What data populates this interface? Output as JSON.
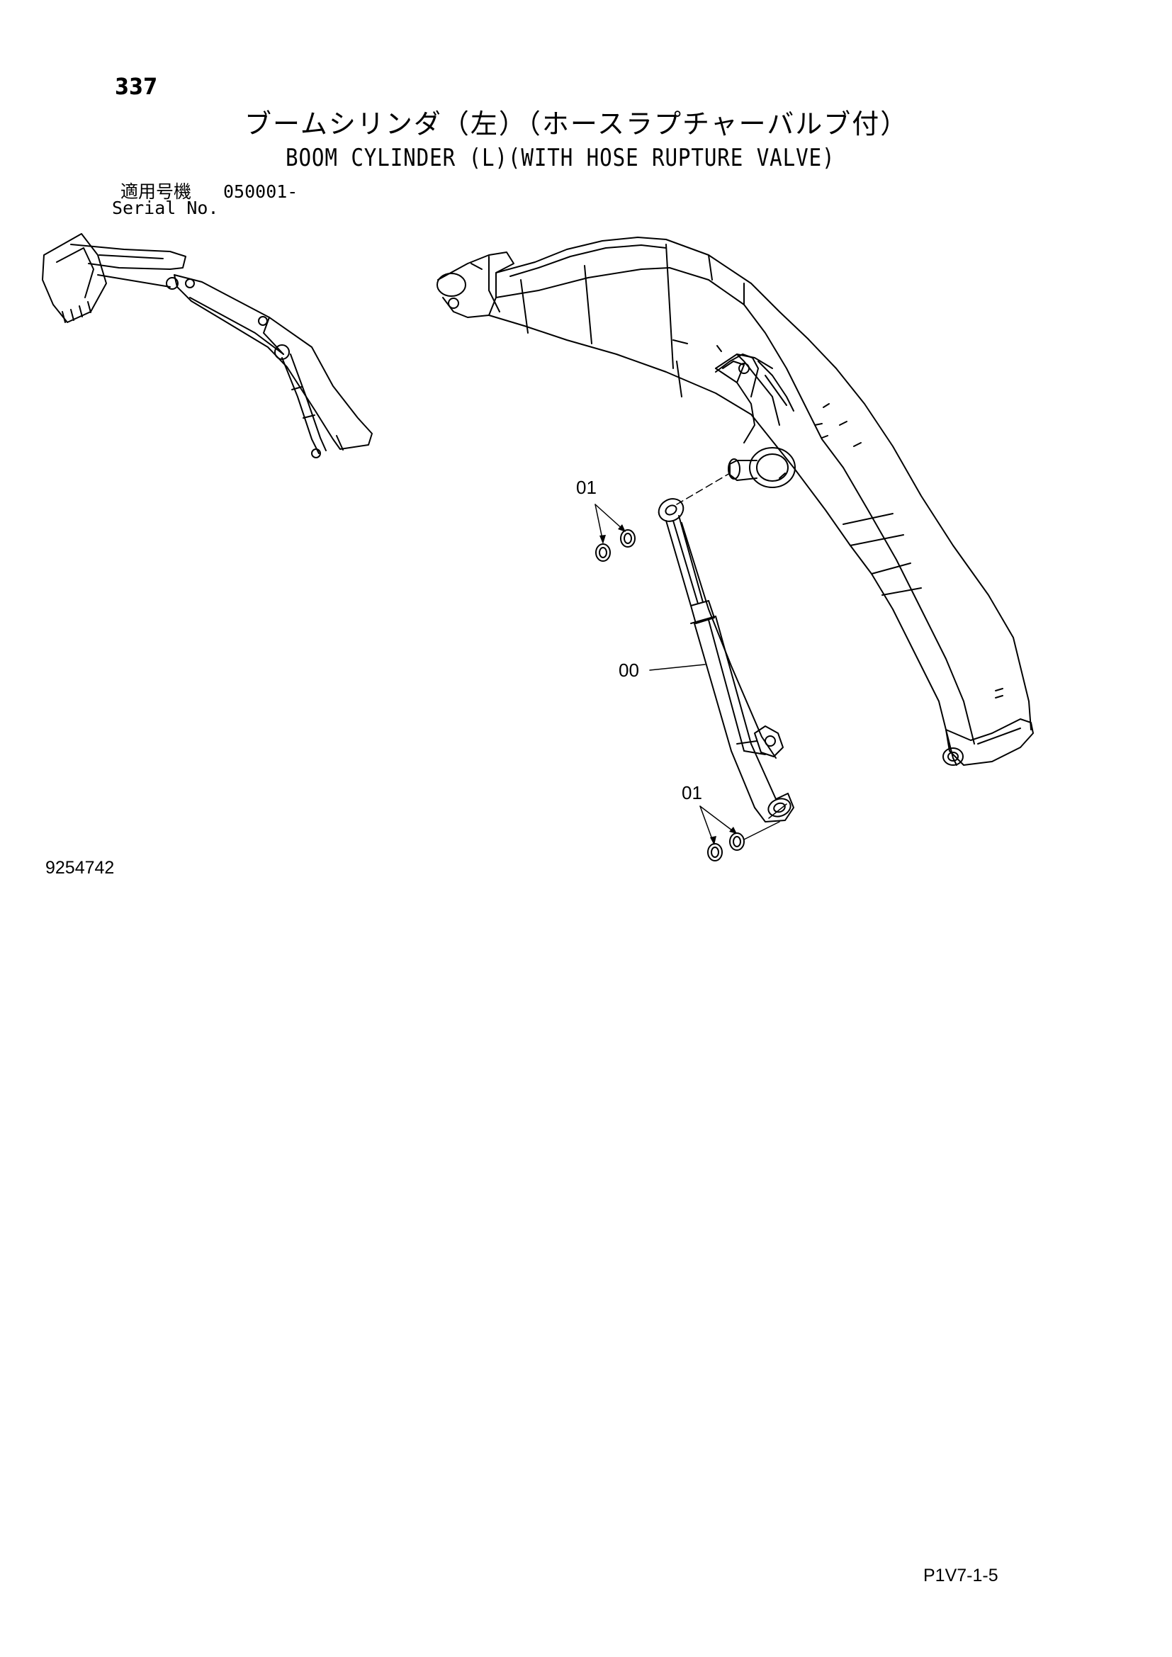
{
  "header": {
    "page_number": "337",
    "title_jp": "ブームシリンダ（左）（ホースラプチャーバルブ付）",
    "title_en": "BOOM CYLINDER (L)(WITH HOSE RUPTURE VALVE)"
  },
  "serial": {
    "label_jp": "適用号機",
    "value": "050001-",
    "label_en": "Serial No."
  },
  "callouts": {
    "pin_top": "01",
    "cylinder": "00",
    "pin_bottom": "01"
  },
  "footer": {
    "drawing_number": "9254742",
    "sheet_code": "P1V7-1-5"
  }
}
